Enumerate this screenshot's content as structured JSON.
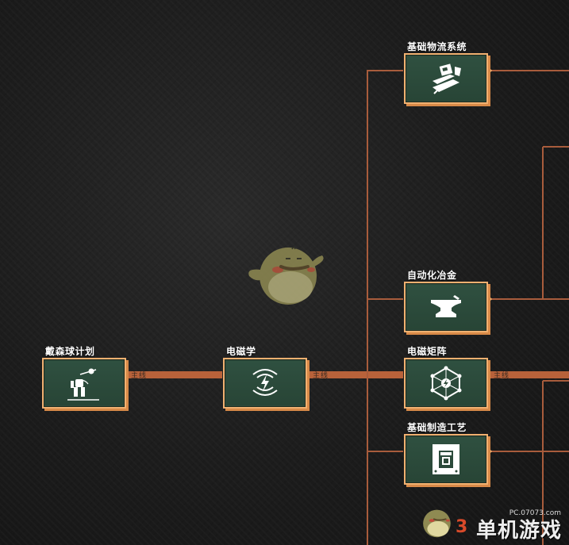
{
  "tech_tree": {
    "nodes": {
      "dyson": {
        "title": "戴森球计划",
        "icon": "mecha-icon"
      },
      "electromagnetism": {
        "title": "电磁学",
        "icon": "lightning-wave-icon"
      },
      "em_matrix": {
        "title": "电磁矩阵",
        "icon": "matrix-icon"
      },
      "logistics": {
        "title": "基础物流系统",
        "icon": "conveyor-icon"
      },
      "smelting": {
        "title": "自动化冶金",
        "icon": "anvil-icon"
      },
      "assembly": {
        "title": "基础制造工艺",
        "icon": "assembler-icon"
      }
    },
    "main_line_label": "主线"
  },
  "watermark": {
    "url": "PC.07073.com",
    "prefix": "3",
    "text": "单机游戏"
  },
  "colors": {
    "main_line": "#b8623a",
    "branch_line": "#a85c3c",
    "card_bg": "#2e4a3a",
    "card_border": "#f0b070"
  }
}
